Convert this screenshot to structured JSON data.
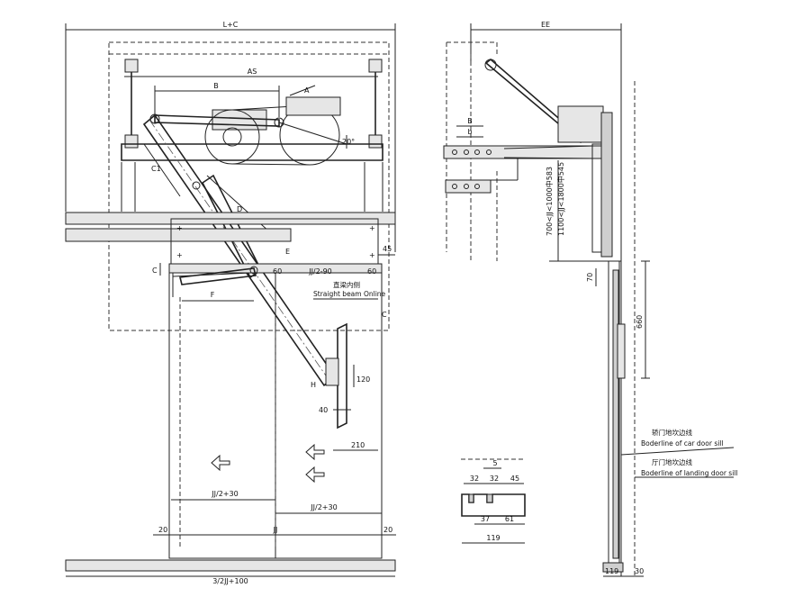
{
  "front_view": {
    "dims": {
      "overall_width": "L+C",
      "as": "AS",
      "b": "B",
      "a": "A",
      "angle": "20°",
      "c1": "C1",
      "d": "D",
      "c_small": "C",
      "c_left": "C",
      "f": "F",
      "e": "E",
      "h": "H",
      "jj_half_minus": "JJ/2-90",
      "sixty_left": "60",
      "sixty_right": "60",
      "forty_five": "45",
      "one_twenty": "120",
      "forty": "40",
      "two_ten": "210",
      "jj_half_plus_left": "JJ/2+30",
      "jj_half_plus_right": "JJ/2+30",
      "twenty_left": "20",
      "jj": "JJ",
      "twenty_right": "20",
      "bottom": "3/2JJ+100"
    },
    "beam_label_cn": "直梁内侧",
    "beam_label_en": "Straight beam Online"
  },
  "side_view": {
    "dims": {
      "ee": "EE",
      "b": "B",
      "b_small": "b",
      "range1": "700<JJ<1000中583",
      "range2": "1100<JJ<1800中545",
      "seventy": "70",
      "six_sixty": "660",
      "one_nineteen": "119",
      "thirty": "30"
    },
    "car_sill_cn": "轿门地坎边线",
    "car_sill_en": "Boderline of car door sill",
    "landing_sill_cn": "厅门地坎边线",
    "landing_sill_en": "Boderline of landing door sill"
  },
  "sill_detail": {
    "dims": {
      "five": "5",
      "thirty_two_a": "32",
      "thirty_two_b": "32",
      "forty_five": "45",
      "thirty_seven": "37",
      "sixty_one": "61",
      "one_nineteen": "119"
    }
  }
}
